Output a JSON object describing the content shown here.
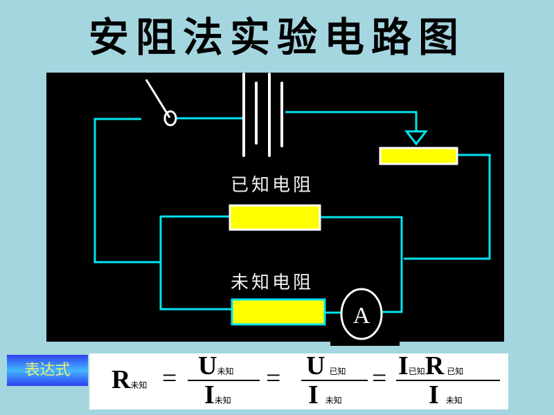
{
  "title": "安阻法实验电路图",
  "diagram": {
    "labels": {
      "known_resistor": "已知电阻",
      "unknown_resistor": "未知电阻",
      "ammeter": "A"
    },
    "components": [
      "switch",
      "battery",
      "rheostat",
      "known-resistor",
      "unknown-resistor",
      "ammeter"
    ],
    "colors": {
      "background": "#000000",
      "wire": "#00e5f0",
      "resistor_fill": "#ffff00",
      "component_outline": "#ffffff"
    }
  },
  "expression": {
    "button_label": "表达式",
    "R": "R",
    "U": "U",
    "I": "I",
    "eq": "=",
    "unknown": "未知",
    "known": "已知"
  },
  "page_colors": {
    "background": "#a4d6e0"
  }
}
